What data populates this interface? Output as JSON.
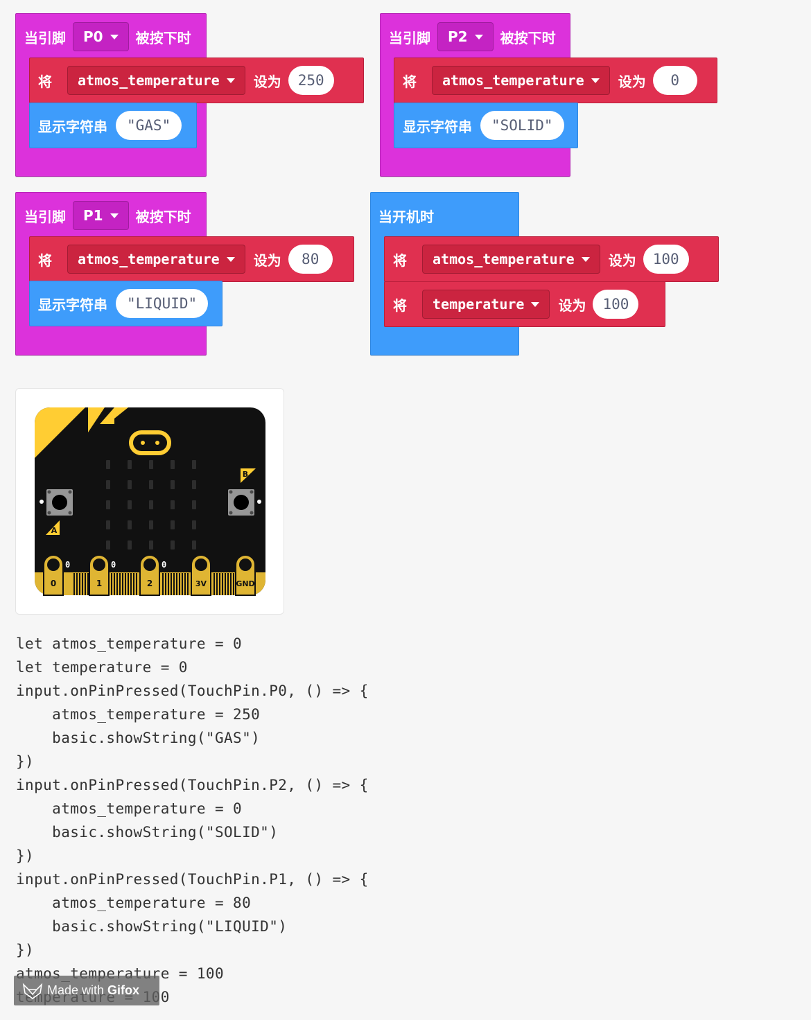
{
  "blocks": {
    "p0": {
      "hat_prefix": "当引脚",
      "pin": "P0",
      "hat_suffix": "被按下时",
      "set_label": "将",
      "variable": "atmos_temperature",
      "set_to": "设为",
      "value": "250",
      "show_label": "显示字符串",
      "show_value": "\"GAS\""
    },
    "p2": {
      "hat_prefix": "当引脚",
      "pin": "P2",
      "hat_suffix": "被按下时",
      "set_label": "将",
      "variable": "atmos_temperature",
      "set_to": "设为",
      "value": "0",
      "show_label": "显示字符串",
      "show_value": "\"SOLID\""
    },
    "p1": {
      "hat_prefix": "当引脚",
      "pin": "P1",
      "hat_suffix": "被按下时",
      "set_label": "将",
      "variable": "atmos_temperature",
      "set_to": "设为",
      "value": "80",
      "show_label": "显示字符串",
      "show_value": "\"LIQUID\""
    },
    "start": {
      "hat_label": "当开机时",
      "s1_label": "将",
      "s1_variable": "atmos_temperature",
      "s1_set_to": "设为",
      "s1_value": "100",
      "s2_label": "将",
      "s2_variable": "temperature",
      "s2_set_to": "设为",
      "s2_value": "100"
    }
  },
  "simulator": {
    "button_a": "A",
    "button_b": "B",
    "pin_labels": [
      "0",
      "1",
      "2",
      "3V",
      "GND"
    ],
    "pin_values": [
      "0",
      "0",
      "0"
    ]
  },
  "code_lines": [
    "let atmos_temperature = 0",
    "let temperature = 0",
    "input.onPinPressed(TouchPin.P0, () => {",
    "    atmos_temperature = 250",
    "    basic.showString(\"GAS\")",
    "})",
    "input.onPinPressed(TouchPin.P2, () => {",
    "    atmos_temperature = 0",
    "    basic.showString(\"SOLID\")",
    "})",
    "input.onPinPressed(TouchPin.P1, () => {",
    "    atmos_temperature = 80",
    "    basic.showString(\"LIQUID\")",
    "})",
    "atmos_temperature = 100",
    "temperature = 100"
  ],
  "watermark": {
    "made_with": "Made with",
    "brand": "Gifox"
  },
  "colors": {
    "pin_hat": "#dc32db",
    "variables": "#e03050",
    "basic": "#3e9cfb",
    "board": "#111111",
    "board_accent": "#ffcd33",
    "edge_connector": "#dfb533"
  }
}
